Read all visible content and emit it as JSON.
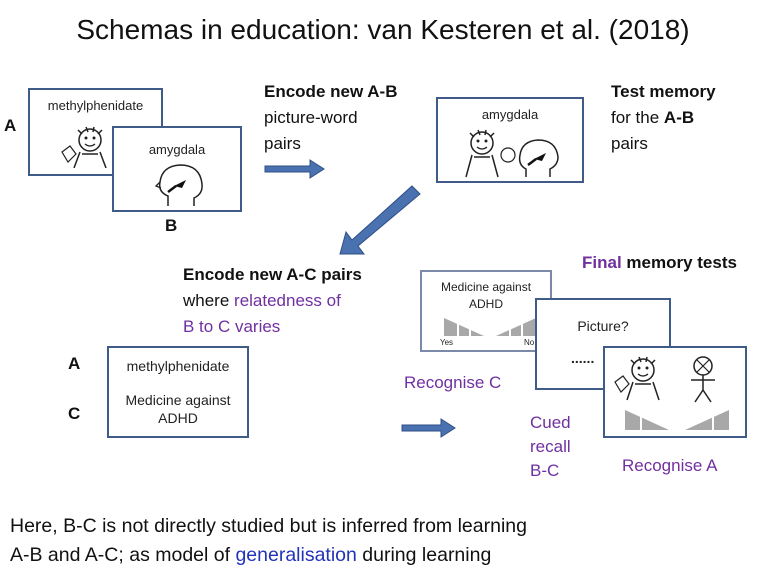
{
  "title": "Schemas in education: van Kesteren et al. (2018)",
  "top_left": {
    "letter_a": "A",
    "letter_b": "B",
    "card_a_word": "methylphenidate",
    "card_b_word": "amygdala"
  },
  "step1": {
    "line1": "Encode new A-B",
    "line2": "picture-word",
    "line3": "pairs"
  },
  "test_card_word": "amygdala",
  "step2": {
    "line1": "Test memory",
    "line2_pre": "for the ",
    "line2_bold": "A-B",
    "line3": "pairs"
  },
  "step3": {
    "line1": "Encode new A-C pairs",
    "line2_pre": "where ",
    "line2_purple": "relatedness of",
    "line3": "B to C varies"
  },
  "ac_card": {
    "letter_a": "A",
    "letter_c": "C",
    "word_a": "methylphenidate",
    "word_c_line1": "Medicine against",
    "word_c_line2": "ADHD"
  },
  "final": {
    "purple": "Final",
    "rest": " memory tests"
  },
  "test_cards": {
    "recog_c_line1": "Medicine against",
    "recog_c_line2": "ADHD",
    "yes": "Yes",
    "no": "No",
    "cued_prompt": "Picture?",
    "cued_dots": "......"
  },
  "captions": {
    "recognise_c": "Recognise C",
    "cued_l1": "Cued",
    "cued_l2": "recall",
    "cued_l3": "B-C",
    "recognise_a": "Recognise A"
  },
  "bottom": {
    "line1": "Here, B-C is not directly studied but is inferred from learning",
    "line2_pre": "A-B and A-C; as model of ",
    "line2_blue": "generalisation",
    "line2_post": " during learning"
  },
  "colors": {
    "arrow": "#4a72b0",
    "card_border": "#3f5b87",
    "purple": "#7030a0",
    "blue": "#2234b8"
  },
  "icons": [
    "cartoon-kids-picture",
    "brain-head-picture",
    "stick-figure-picture",
    "rating-scale"
  ]
}
